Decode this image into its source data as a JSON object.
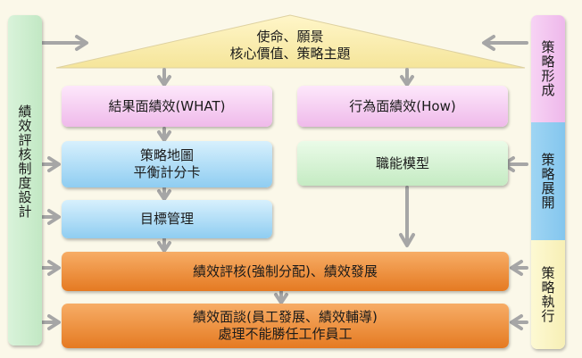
{
  "roof": {
    "line1": "使命、願景",
    "line2": "核心價值、策略主題"
  },
  "left_column": {
    "label": "績效評核制度設計"
  },
  "right_column": {
    "formation": "策略形成",
    "deployment": "策略展開",
    "execution": "策略執行"
  },
  "boxes": {
    "results_kpi": "結果面績效(WHAT)",
    "behavior_kpi": "行為面績效(How)",
    "strategy_map_line1": "策略地圖",
    "strategy_map_line2": "平衡計分卡",
    "competency_model": "職能模型",
    "mbo": "目標管理",
    "appraisal": "績效評核(強制分配)、績效發展",
    "interview_line1": "績效面談(員工發展、績效輔導)",
    "interview_line2": "處理不能勝任工作員工"
  },
  "colors": {
    "background": "#fbf8e9",
    "arrow": "#a6a6a6",
    "pink": "#f3c6ef",
    "blue": "#9dd4f3",
    "green": "#c9ecc6",
    "orange": "#ea8630",
    "left_column": "#cdeed0",
    "right_pink": "#f2c2ef",
    "right_blue": "#8ecbef",
    "right_yellow": "#fbf6c8"
  }
}
